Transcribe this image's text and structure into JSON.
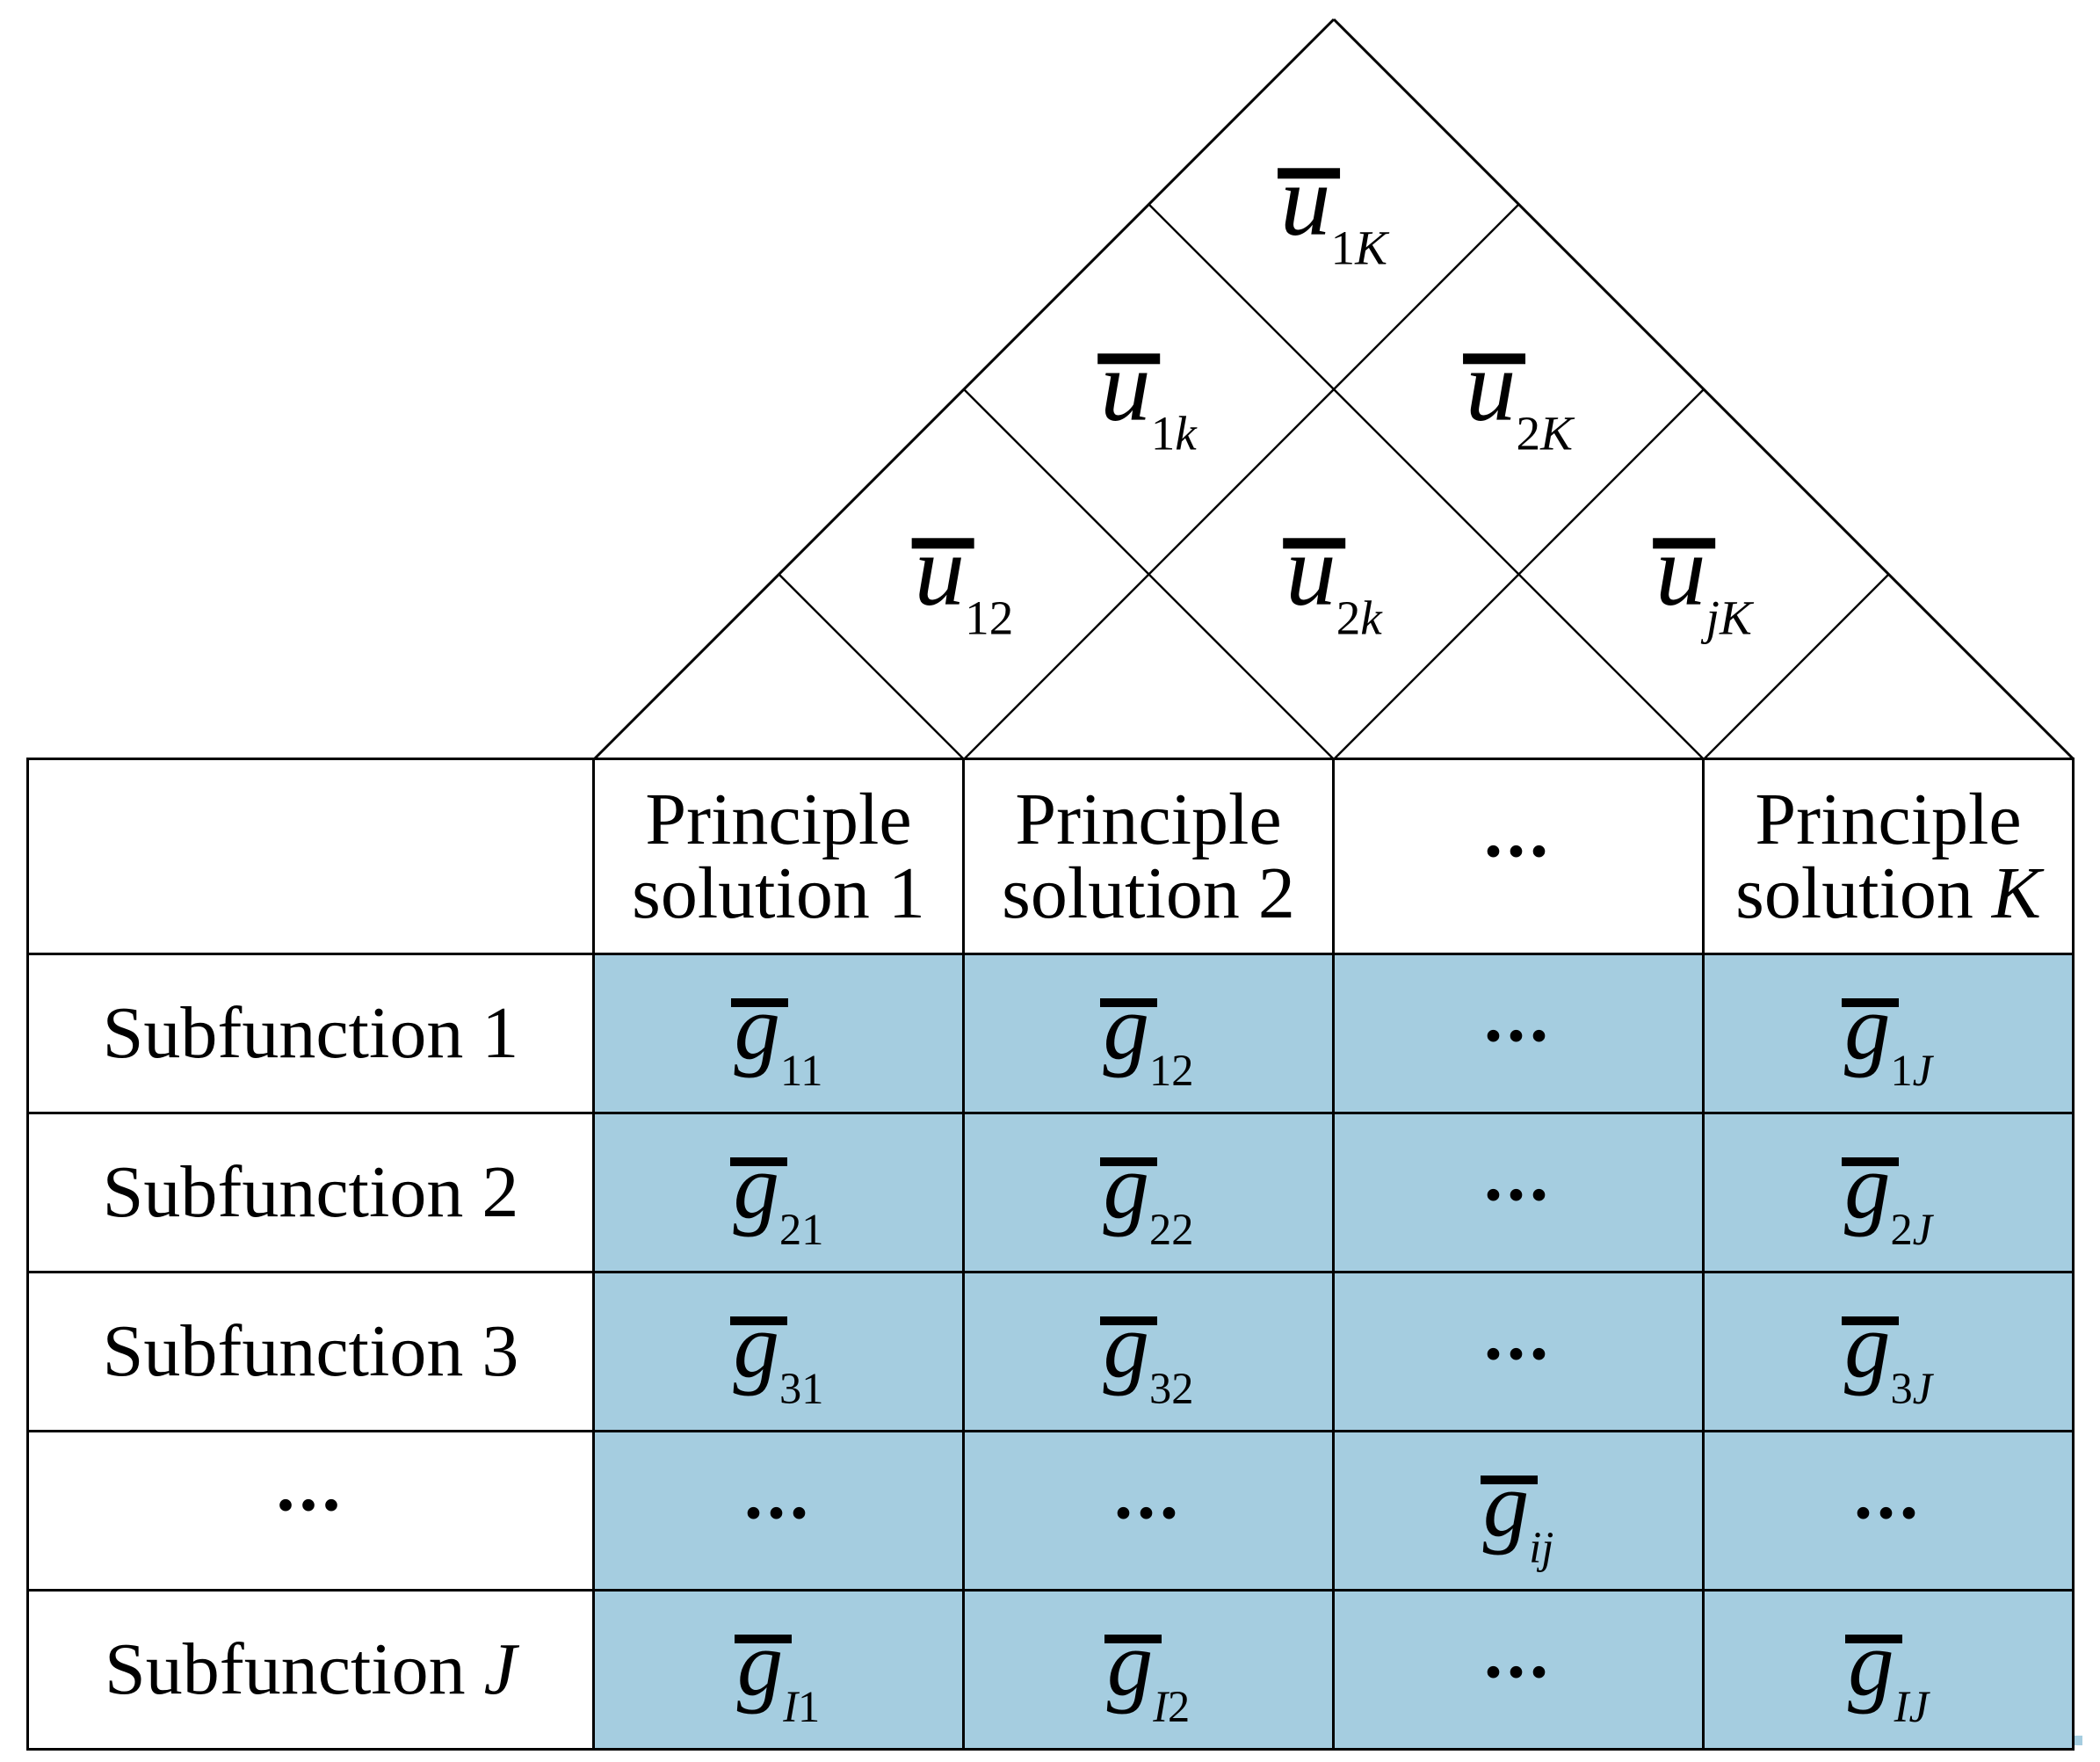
{
  "figure": {
    "kind": "house-of-quality evaluation matrix",
    "roof_note": "pairwise correlation roof over principle solutions"
  },
  "colors": {
    "cell_fill": "#a5cde0",
    "line": "#000000",
    "background": "#ffffff"
  },
  "roof": {
    "cells": [
      {
        "id": "u1K",
        "base": "u",
        "sub_pre_italic": "",
        "sub_upright": "1",
        "sub_italic": "K"
      },
      {
        "id": "u1k",
        "base": "u",
        "sub_pre_italic": "",
        "sub_upright": "1",
        "sub_italic": "k"
      },
      {
        "id": "u2K",
        "base": "u",
        "sub_pre_italic": "",
        "sub_upright": "2",
        "sub_italic": "K"
      },
      {
        "id": "u12",
        "base": "u",
        "sub_pre_italic": "",
        "sub_upright": "12",
        "sub_italic": ""
      },
      {
        "id": "u2k",
        "base": "u",
        "sub_pre_italic": "",
        "sub_upright": "2",
        "sub_italic": "k"
      },
      {
        "id": "ujK",
        "base": "u",
        "sub_pre_italic": "",
        "sub_upright": "",
        "sub_italic": "jK"
      }
    ]
  },
  "table": {
    "corner_label": "",
    "column_headers": [
      {
        "upright": "Principle solution 1",
        "italic": ""
      },
      {
        "upright": "Principle solution 2",
        "italic": ""
      },
      {
        "dots": "..."
      },
      {
        "upright": "Principle solution ",
        "italic": "K"
      }
    ],
    "rows": [
      {
        "header_upright": "Subfunction 1",
        "header_italic": "",
        "cells": [
          {
            "base": "g",
            "sub_pre_italic": "",
            "sub_upright": "11",
            "sub_italic": ""
          },
          {
            "base": "g",
            "sub_pre_italic": "",
            "sub_upright": "12",
            "sub_italic": ""
          },
          {
            "text": "..."
          },
          {
            "base": "g",
            "sub_pre_italic": "",
            "sub_upright": "1",
            "sub_italic": "J"
          }
        ]
      },
      {
        "header_upright": "Subfunction 2",
        "header_italic": "",
        "cells": [
          {
            "base": "g",
            "sub_pre_italic": "",
            "sub_upright": "21",
            "sub_italic": ""
          },
          {
            "base": "g",
            "sub_pre_italic": "",
            "sub_upright": "22",
            "sub_italic": ""
          },
          {
            "text": "..."
          },
          {
            "base": "g",
            "sub_pre_italic": "",
            "sub_upright": "2",
            "sub_italic": "J"
          }
        ]
      },
      {
        "header_upright": "Subfunction 3",
        "header_italic": "",
        "cells": [
          {
            "base": "g",
            "sub_pre_italic": "",
            "sub_upright": "31",
            "sub_italic": ""
          },
          {
            "base": "g",
            "sub_pre_italic": "",
            "sub_upright": "32",
            "sub_italic": ""
          },
          {
            "text": "..."
          },
          {
            "base": "g",
            "sub_pre_italic": "",
            "sub_upright": "3",
            "sub_italic": "J"
          }
        ]
      },
      {
        "header_upright": "...",
        "header_italic": "",
        "cells": [
          {
            "text": "..."
          },
          {
            "text": "..."
          },
          {
            "base": "g",
            "sub_pre_italic": "",
            "sub_upright": "",
            "sub_italic": "ij"
          },
          {
            "text": "..."
          }
        ]
      },
      {
        "header_upright": "Subfunction ",
        "header_italic": "J",
        "cells": [
          {
            "base": "g",
            "sub_pre_italic": "I",
            "sub_upright": "1",
            "sub_italic": ""
          },
          {
            "base": "g",
            "sub_pre_italic": "I",
            "sub_upright": "2",
            "sub_italic": ""
          },
          {
            "text": "..."
          },
          {
            "base": "g",
            "sub_pre_italic": "",
            "sub_upright": "",
            "sub_italic": "IJ"
          }
        ]
      }
    ]
  }
}
